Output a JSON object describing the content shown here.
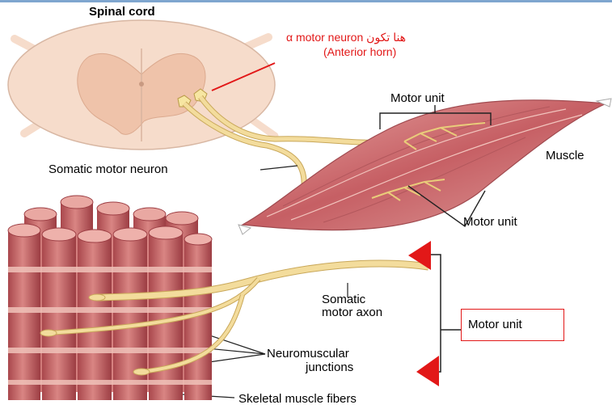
{
  "labels": {
    "spinal_cord": "Spinal cord",
    "alpha_motor_neuron": "α motor neuron  هنا تكون",
    "anterior_horn": "(Anterior horn)",
    "motor_unit_top": "Motor unit",
    "muscle": "Muscle",
    "somatic_motor_neuron": "Somatic motor neuron",
    "motor_unit_mid": "Motor unit",
    "somatic_motor_axon_1": "Somatic",
    "somatic_motor_axon_2": "motor axon",
    "motor_unit_boxed": "Motor unit",
    "neuromuscular_1": "Neuromuscular",
    "neuromuscular_2": "junctions",
    "skeletal_fibers": "Skeletal muscle fibers"
  },
  "colors": {
    "annotation_red": "#e21818",
    "nerve": "#f3dc9c",
    "nerve_edge": "#c9a85a",
    "spinal_tissue": "#f6dccb",
    "muscle": "#c96a6e",
    "fiber_band": "#f0c2b9"
  }
}
